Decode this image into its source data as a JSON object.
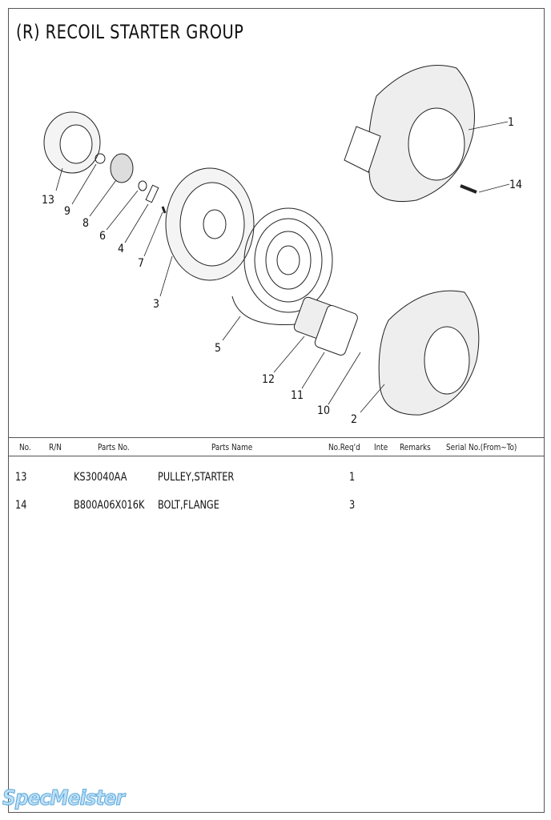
{
  "title": "(R) RECOIL STARTER GROUP",
  "callouts": [
    "1",
    "14",
    "13",
    "9",
    "8",
    "6",
    "4",
    "7",
    "3",
    "5",
    "12",
    "11",
    "10",
    "2"
  ],
  "table": {
    "headers": [
      "No.",
      "R/N",
      "Parts No.",
      "Parts Name",
      "No.Req'd",
      "Inte",
      "Remarks",
      "Serial No.(From~To)"
    ],
    "rows": [
      {
        "no": "13",
        "rn": "",
        "part_no": "KS30040AA",
        "name": "PULLEY,STARTER",
        "qty": "1"
      },
      {
        "no": "14",
        "rn": "",
        "part_no": "B800A06X016K",
        "name": "BOLT,FLANGE",
        "qty": "3"
      }
    ]
  },
  "watermark": "SpecMeister"
}
